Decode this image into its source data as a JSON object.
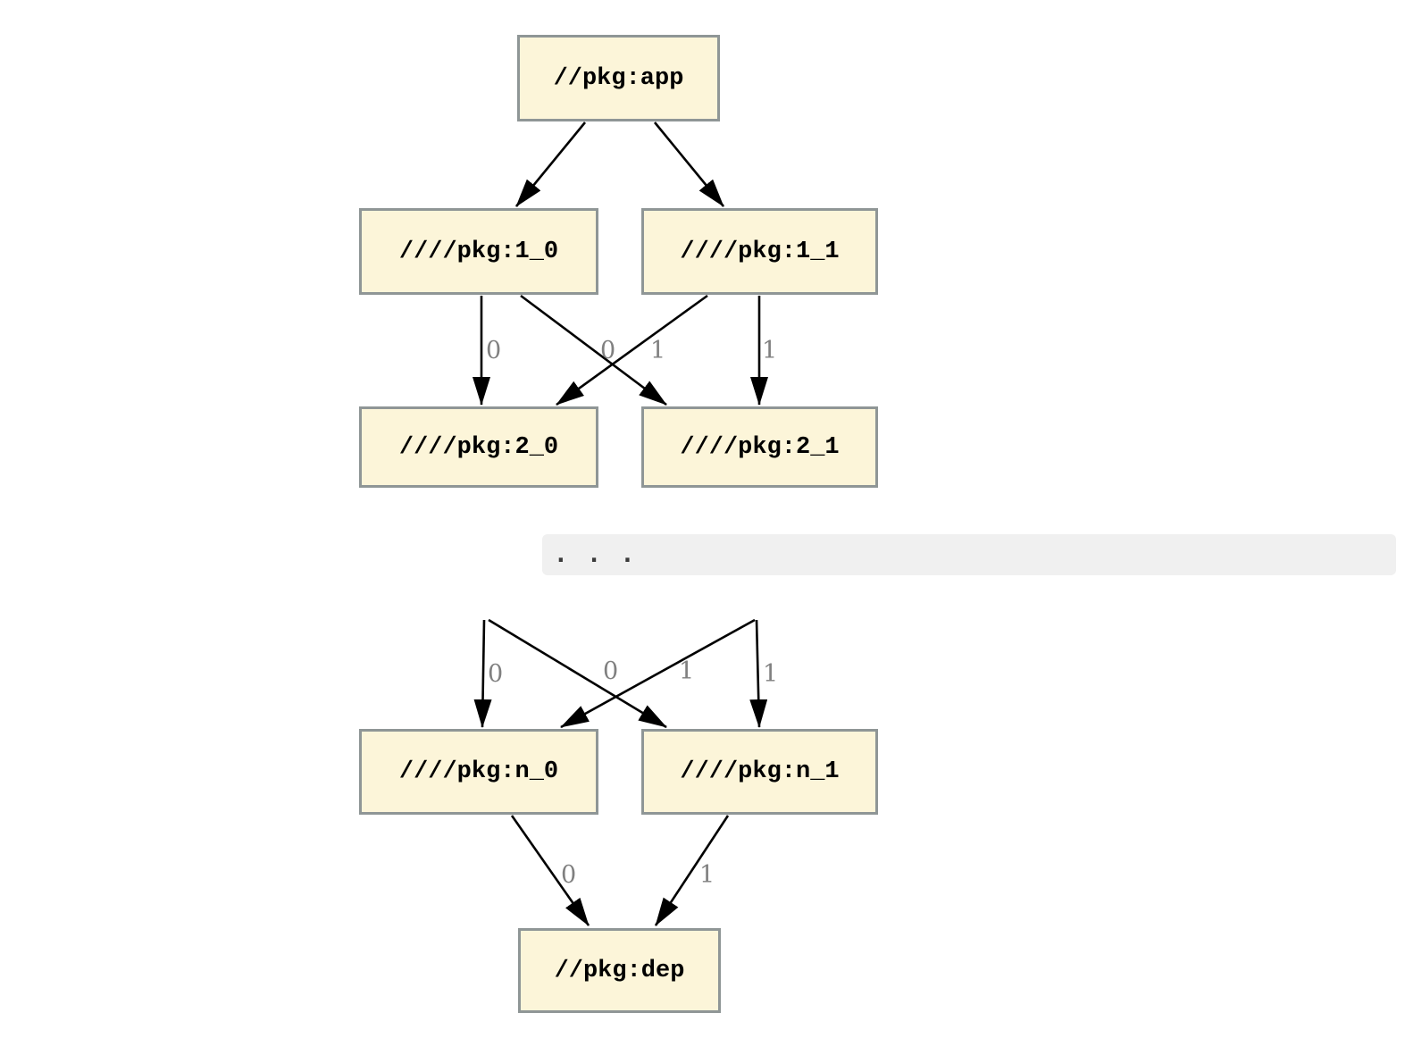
{
  "diagram": {
    "nodes": {
      "app": "//pkg:app",
      "l1_0": "////pkg:1_0",
      "l1_1": "////pkg:1_1",
      "l2_0": "////pkg:2_0",
      "l2_1": "////pkg:2_1",
      "ln_0": "////pkg:n_0",
      "ln_1": "////pkg:n_1",
      "dep": "//pkg:dep"
    },
    "edge_labels": {
      "e1_0_to_2_0": "0",
      "e1_0_to_2_1": "1",
      "e1_1_to_2_0": "0",
      "e1_1_to_2_1": "1",
      "to_n_0_straight": "0",
      "to_n_0_cross": "0",
      "to_n_1_cross": "1",
      "to_n_1_straight": "1",
      "n_0_to_dep": "0",
      "n_1_to_dep": "1"
    },
    "ellipsis": ". . ."
  },
  "colors": {
    "node_fill": "#fcf5d9",
    "node_border": "#8f9696",
    "edge_color": "#000000",
    "edge_label_color": "#808080",
    "band_bg": "#f0f0f0",
    "band_text": "#3a3a3a",
    "page_bg": "#ffffff"
  }
}
